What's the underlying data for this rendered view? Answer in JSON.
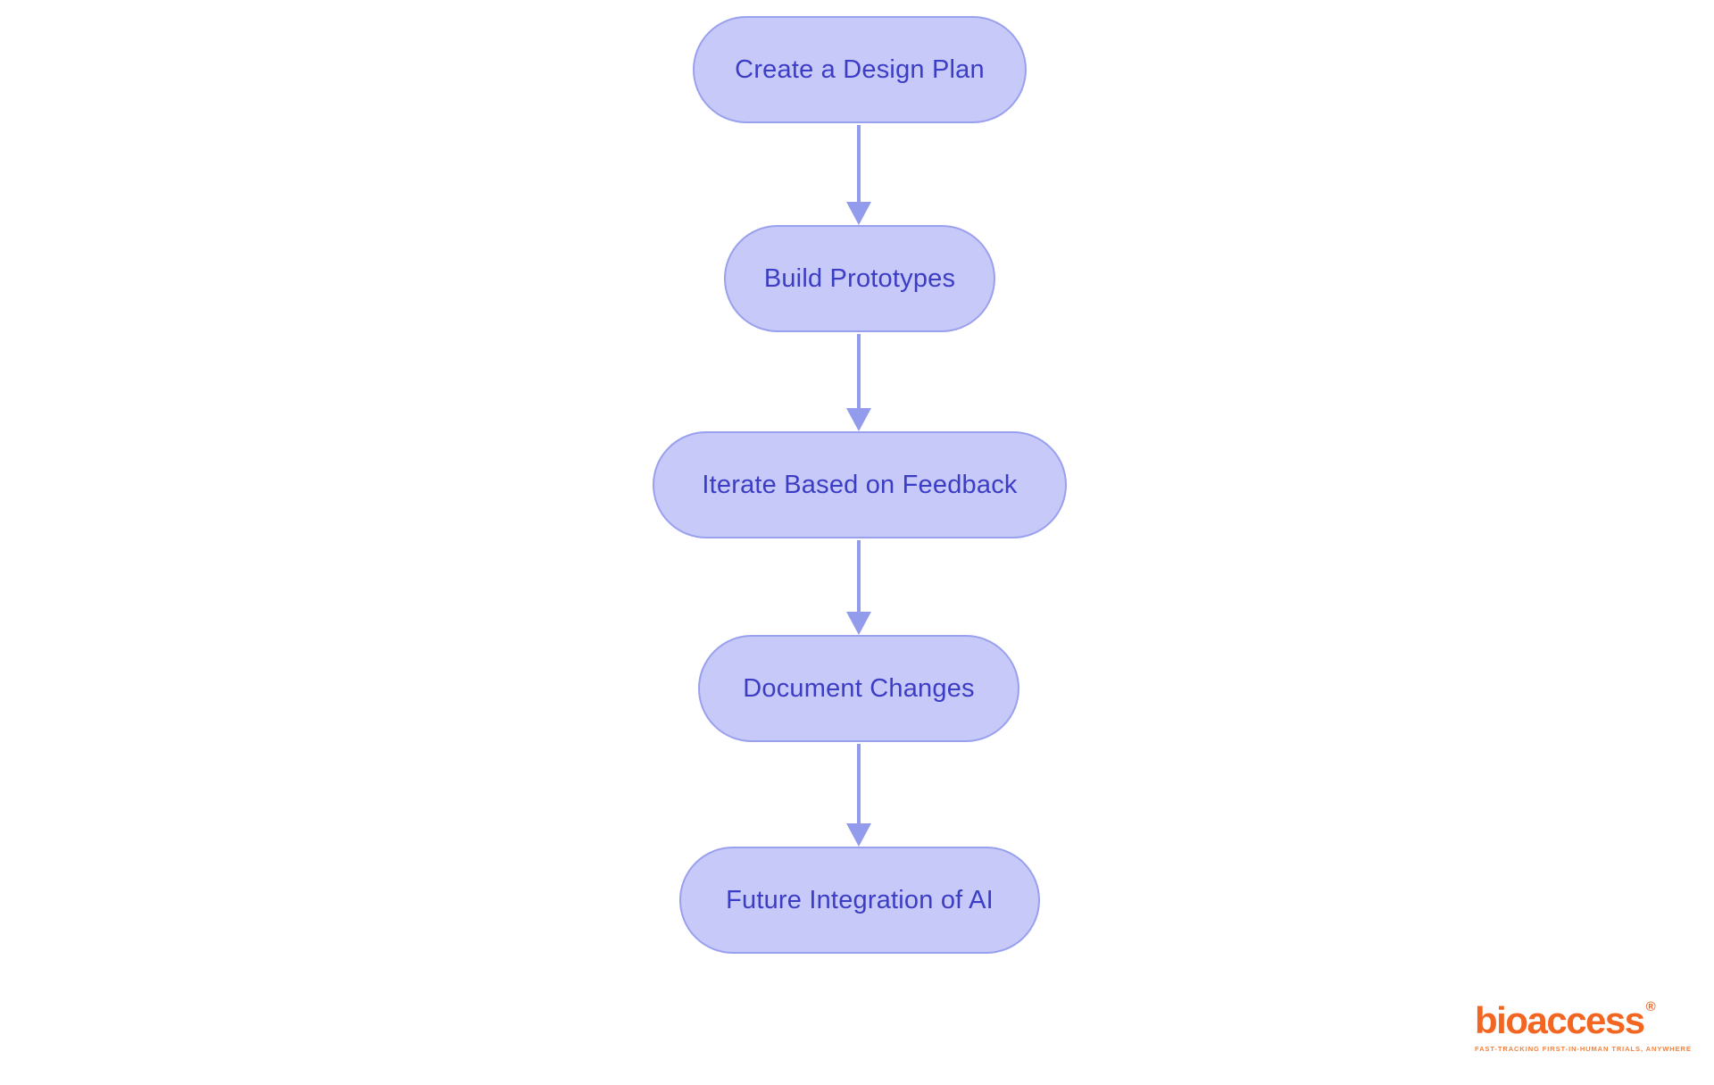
{
  "flowchart": {
    "direction": "top-down",
    "nodes": [
      {
        "label": "Create a Design Plan"
      },
      {
        "label": "Build Prototypes"
      },
      {
        "label": "Iterate Based on Feedback"
      },
      {
        "label": "Document Changes"
      },
      {
        "label": "Future Integration of AI"
      }
    ],
    "edges": [
      {
        "from": 0,
        "to": 1
      },
      {
        "from": 1,
        "to": 2
      },
      {
        "from": 2,
        "to": 3
      },
      {
        "from": 3,
        "to": 4
      }
    ]
  },
  "colors": {
    "node_fill": "#c7c9f8",
    "node_border": "#99a0ee",
    "node_text": "#3c3dc5",
    "arrow": "#939bec",
    "logo_orange": "#f26621",
    "tagline_orange": "#f5813c",
    "background": "#ffffff"
  },
  "logo": {
    "brand": "bioaccess",
    "registered_mark": "®",
    "tagline": "FAST-TRACKING FIRST-IN-HUMAN TRIALS, ANYWHERE"
  }
}
